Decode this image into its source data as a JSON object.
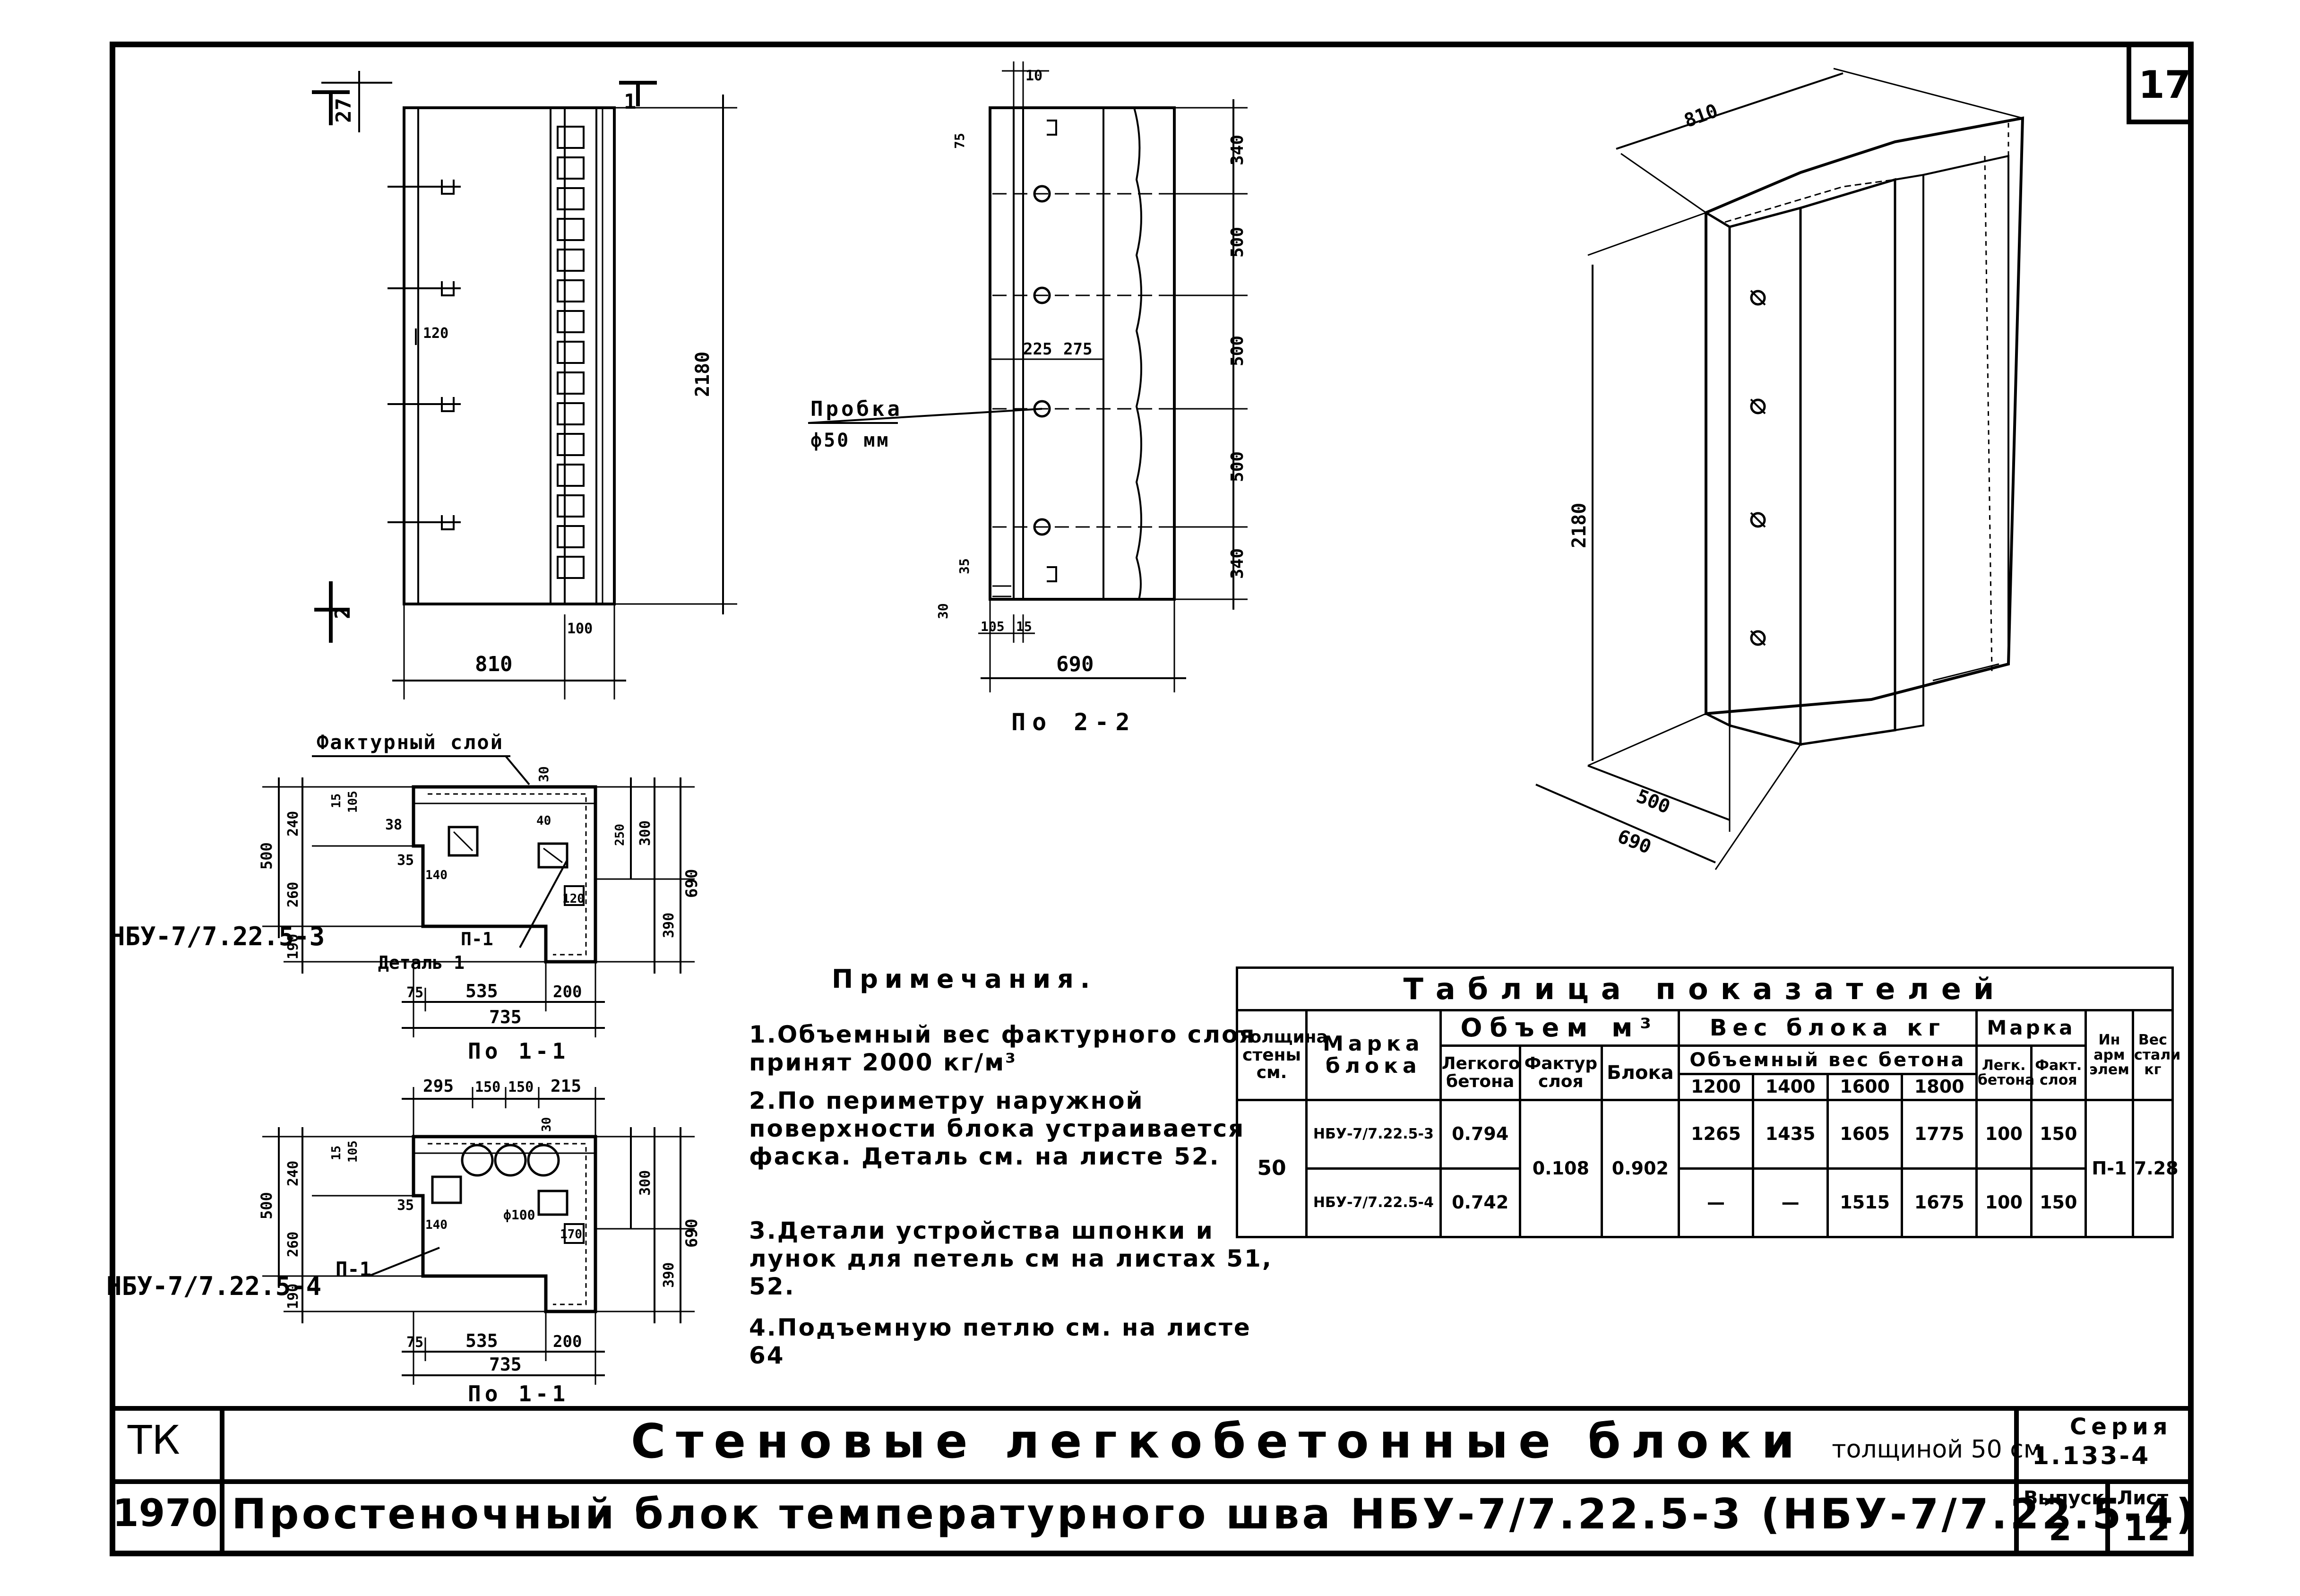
{
  "sheet": {
    "corner_number": "17",
    "views": {
      "front": {
        "dims": [
          "2180",
          "810",
          "100",
          "120",
          "27",
          "1",
          "2"
        ]
      },
      "section_2_2": {
        "title": "По 2-2",
        "dims": [
          "10",
          "340",
          "500",
          "500",
          "500",
          "340",
          "225",
          "275",
          "690",
          "105",
          "15",
          "35",
          "30",
          "75"
        ],
        "callout_line1": "Пробка",
        "callout_line2": "ф50 мм"
      },
      "iso": {
        "dims": [
          "810",
          "2180",
          "500",
          "690"
        ]
      },
      "plan_1": {
        "top_label": "Фактурный слой",
        "mark": "НБУ-7/7.22.5-3",
        "detail": "Деталь 1",
        "section": "По 1-1",
        "element": "П-1",
        "dims": [
          "500",
          "240",
          "15",
          "105",
          "38",
          "35",
          "260",
          "140",
          "190",
          "30",
          "40",
          "300",
          "690",
          "390",
          "250",
          "120",
          "75",
          "535",
          "200",
          "735"
        ]
      },
      "plan_2": {
        "mark": "НБУ-7/7.22.5-4",
        "section": "По 1-1",
        "element": "П-1",
        "dims": [
          "295",
          "150",
          "150",
          "215",
          "30",
          "500",
          "240",
          "15",
          "105",
          "35",
          "260",
          "140",
          "190",
          "300",
          "690",
          "390",
          "ф100",
          "170",
          "75",
          "535",
          "200",
          "735"
        ]
      }
    },
    "notes": {
      "title": "Примечания.",
      "items": [
        "1.Объемный вес фактурного слоя принят 2000 кг/м³",
        "2.По периметру наружной поверхности блока устраивается фаска. Деталь см. на листе 52.",
        "3.Детали устройства шпонки и лунок для петель см на листах 51, 52.",
        "4.Подъемную петлю см. на листе 64"
      ]
    },
    "table": {
      "title": "Таблица показателей",
      "headers": {
        "thickness": "Толщина стены см.",
        "mark": "Марка блока",
        "volume": "Объем м³",
        "vol_light": "Легкого бетона",
        "vol_fact": "Фактур слоя",
        "vol_block": "Блока",
        "weight": "Вес блока кг",
        "weight_sub": "Объемный вес бетона",
        "w1200": "1200",
        "w1400": "1400",
        "w1600": "1600",
        "w1800": "1800",
        "grade": "Марка",
        "grade_light": "Легк. бетона",
        "grade_fact": "Факт. слоя",
        "arm": "Ин арм элем",
        "steel": "Вес стали кг"
      },
      "thickness": "50",
      "vol_fact": "0.108",
      "vol_block": "0.902",
      "arm": "П-1",
      "steel": "7.28",
      "rows": [
        {
          "mark": "НБУ-7/7.22.5-3",
          "vol_light": "0.794",
          "w1200": "1265",
          "w1400": "1435",
          "w1600": "1605",
          "w1800": "1775",
          "grade_light": "100",
          "grade_fact": "150"
        },
        {
          "mark": "НБУ-7/7.22.5-4",
          "vol_light": "0.742",
          "w1200": "—",
          "w1400": "—",
          "w1600": "1515",
          "w1800": "1675",
          "grade_light": "100",
          "grade_fact": "150"
        }
      ]
    },
    "title_block": {
      "org": "ТК",
      "year": "1970",
      "title_main": "Стеновые легкобетонные блоки",
      "title_suffix": "толщиной 50 см",
      "subtitle": "Простеночный блок температурного шва НБУ-7/7.22.5-3 (НБУ-7/7.22.5-4)",
      "series_label": "Серия",
      "series_value": "1.133-4",
      "issue_label": "Выпуск",
      "issue_value": "2",
      "sheet_label": "Лист",
      "sheet_value": "12"
    }
  }
}
